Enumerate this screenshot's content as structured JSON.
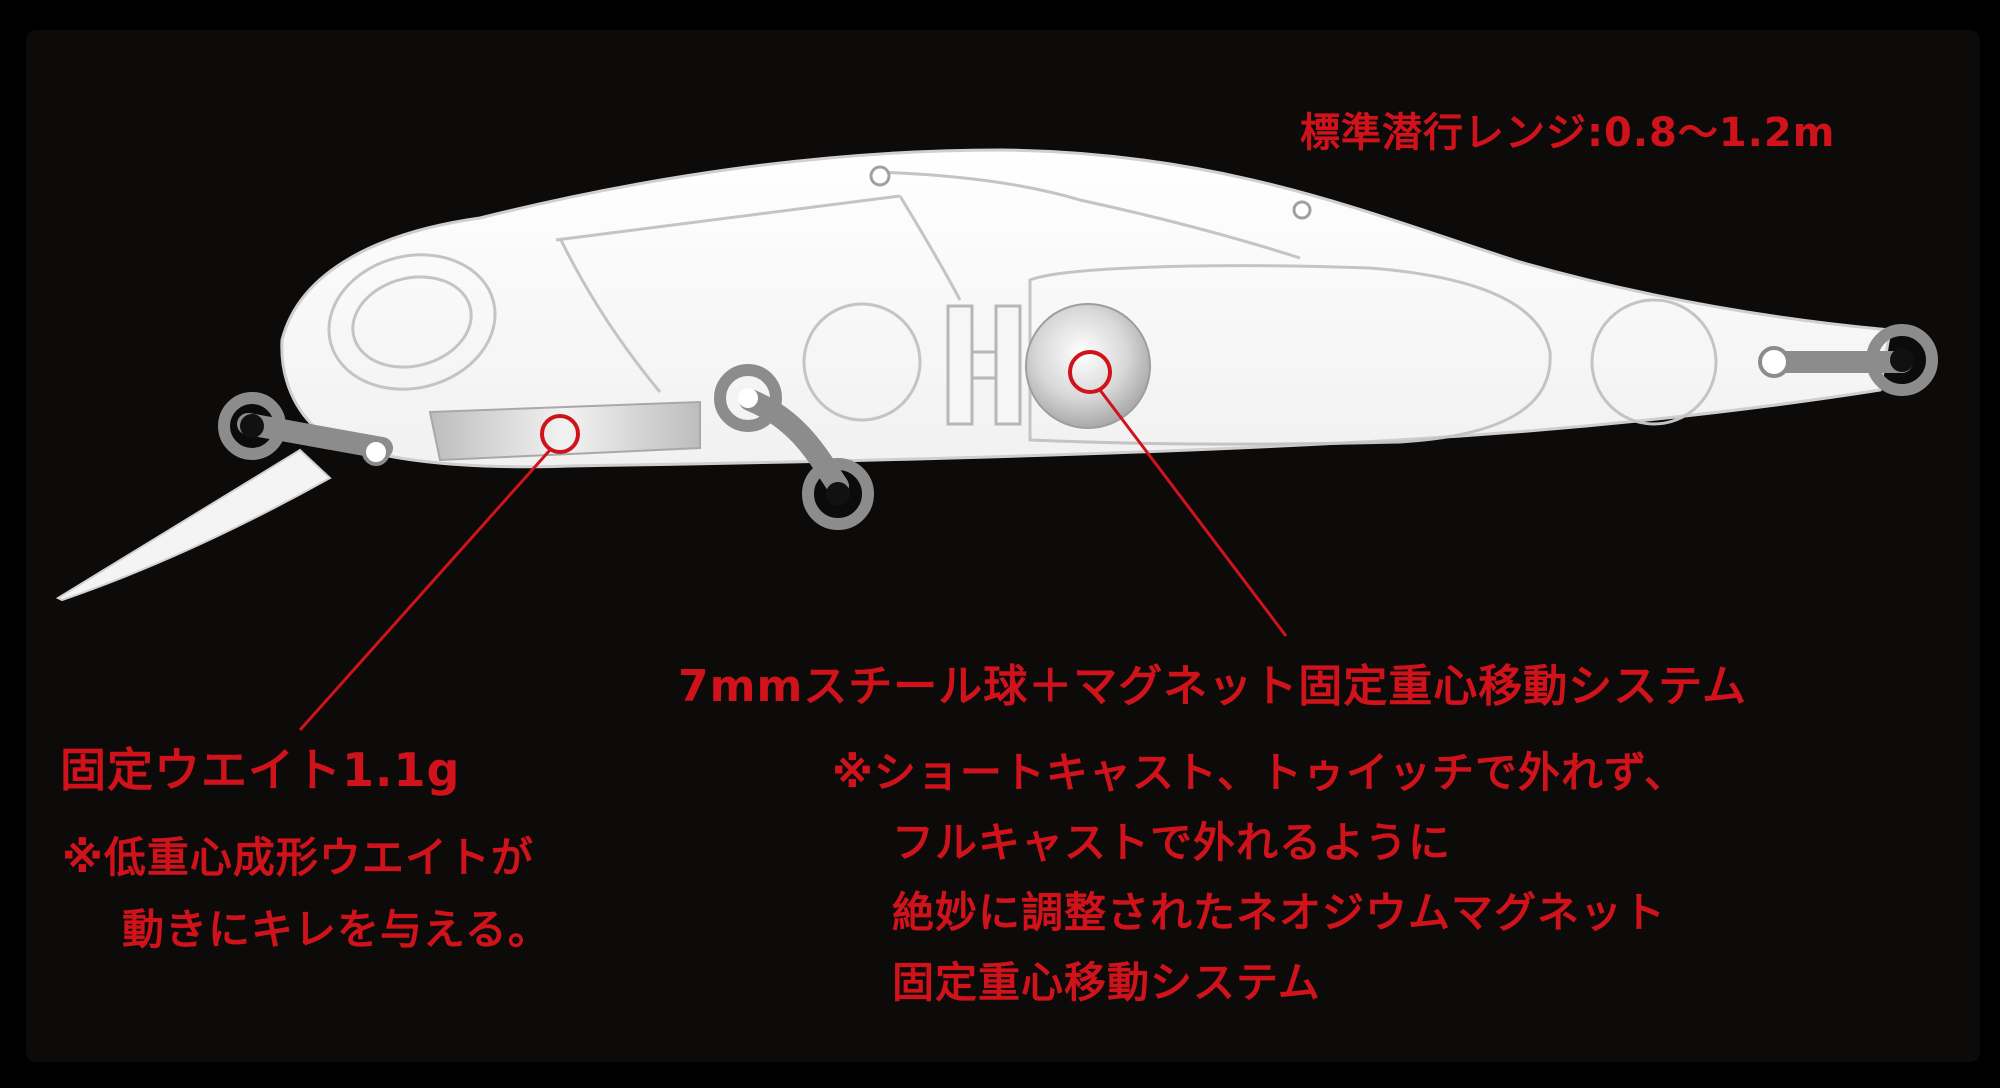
{
  "diagram": {
    "range_label": "標準潜行レンジ:0.8〜1.2m",
    "callouts": {
      "fixed_weight": {
        "title": "固定ウエイト1.1g",
        "note_lines": [
          "※低重心成形ウエイトが",
          "動きにキレを与える。"
        ]
      },
      "steel_ball": {
        "title": "7mmスチール球＋マグネット固定重心移動システム",
        "note_lines": [
          "※ショートキャスト、トゥイッチで外れず、",
          "フルキャストで外れるように",
          "絶妙に調整されたネオジウムマグネット",
          "固定重心移動システム"
        ]
      }
    },
    "colors": {
      "background": "#000000",
      "panel": "#0d0a0a",
      "lure_body": "#ffffff",
      "outline": "#c8c8c8",
      "hardware": "#8c8c8c",
      "accent_red": "#d0131b"
    }
  }
}
